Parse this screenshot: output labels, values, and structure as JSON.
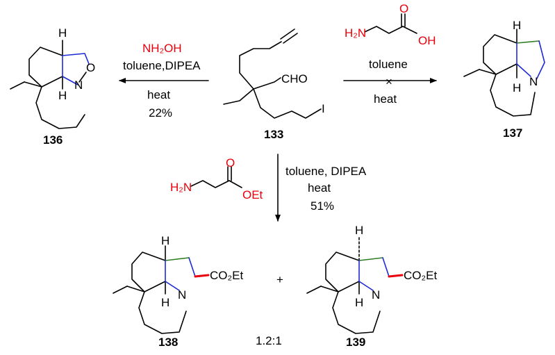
{
  "compounds": {
    "c133": {
      "id": "133"
    },
    "c136": {
      "id": "136"
    },
    "c137": {
      "id": "137"
    },
    "c138": {
      "id": "138"
    },
    "c139": {
      "id": "139"
    }
  },
  "atoms": {
    "H": "H",
    "N": "N",
    "O": "O",
    "I": "I",
    "cho": "CHO",
    "oh": "OH",
    "oet": "OEt",
    "h2n": "H₂N",
    "co2et": "CO₂Et",
    "nh2oh": "NH₂OH"
  },
  "reactions": {
    "left": {
      "reagent": "NH₂OH",
      "conditions_top": "toluene,DIPEA",
      "conditions_bottom": "heat",
      "yield": "22%"
    },
    "right": {
      "conditions_top": "toluene",
      "conditions_bottom": "heat",
      "mark": "×"
    },
    "down": {
      "line1": "toluene, DIPEA",
      "line2": "heat",
      "yield": "51%"
    }
  },
  "plus": "+",
  "ratio": "1.2:1",
  "colors": {
    "reagent": "#e8000b",
    "blue_bond": "#1c2ad6",
    "green_bond": "#2e7d23"
  }
}
